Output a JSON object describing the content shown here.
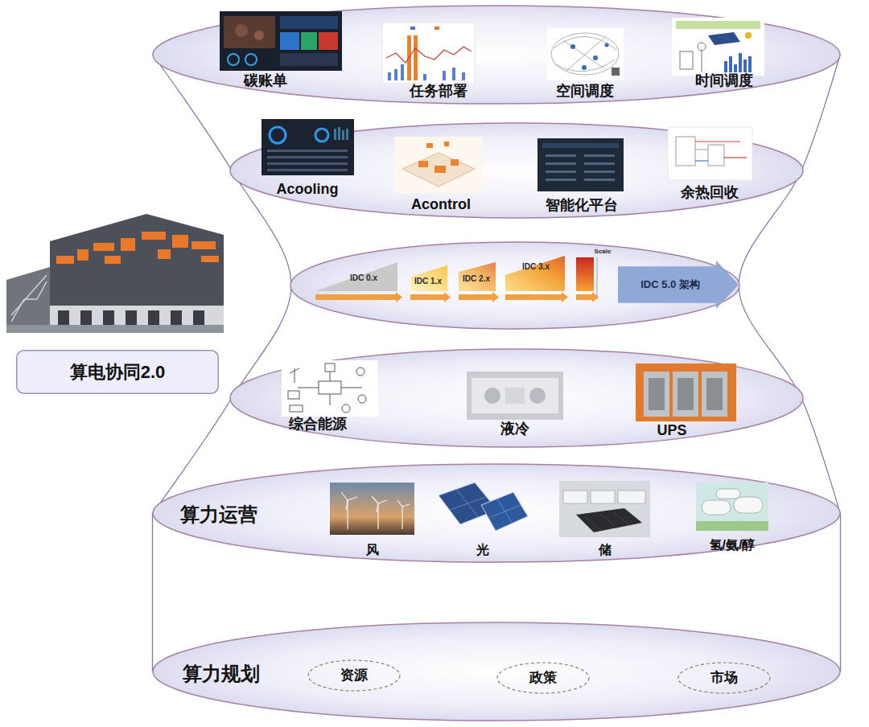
{
  "diagram": {
    "nodes": [
      {
        "text": [
          "碳账单",
          "任务部署",
          "空间调度",
          "时间调度"
        ]
      },
      {
        "text": [
          "Acooling",
          "Acontrol",
          "智能化平台",
          "余热回收"
        ]
      },
      {
        "text": [
          "IDC 0.x",
          "IDC 1.x",
          "IDC 2.x",
          "IDC 3.x",
          "Scale"
        ]
      },
      {
        "text": [
          "IDC 5.0 架构"
        ],
        "in": 2
      },
      {
        "text": [
          "算电协同2.0"
        ]
      },
      {
        "text": [
          "综合能源",
          "液冷",
          "UPS"
        ]
      },
      {
        "text": [
          "算力运营",
          "风",
          "光",
          "储",
          "氢/氨/醇"
        ]
      },
      {
        "text": [
          "算力规划"
        ]
      },
      {
        "text": [
          "资源"
        ],
        "in": 7
      },
      {
        "text": [
          "政策"
        ],
        "in": 7
      },
      {
        "text": [
          "市场"
        ],
        "in": 7
      }
    ]
  }
}
